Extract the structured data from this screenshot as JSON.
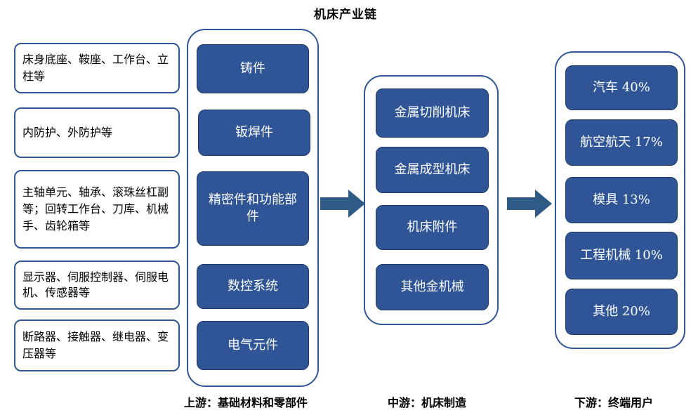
{
  "title": "机床产业链",
  "upstream_descriptions": [
    "床身底座、鞍座、工作台、立柱等",
    "内防护、外防护等",
    "主轴单元、轴承、滚珠丝杠副等；回转工作台、刀库、机械手、齿轮箱等",
    "显示器、伺服控制器、伺服电机、传感器等",
    "断路器、接触器、继电器、变压器等"
  ],
  "upstream_nodes": [
    "铸件",
    "钣焊件",
    "精密件和功能部件",
    "数控系统",
    "电气元件"
  ],
  "midstream_nodes": [
    "金属切削机床",
    "金属成型机床",
    "机床附件",
    "其他金机械"
  ],
  "downstream_nodes": [
    "汽车 40%",
    "航空航天 17%",
    "模具 13%",
    "工程机械 10%",
    "其他 20%"
  ],
  "footers": {
    "upstream": "上游：基础材料和零部件",
    "midstream": "中游：机床制造",
    "downstream": "下游：终端用户"
  },
  "colors": {
    "node_fill": "#2f5597",
    "border": "#2f5597",
    "arrow": "#2e5a86"
  }
}
